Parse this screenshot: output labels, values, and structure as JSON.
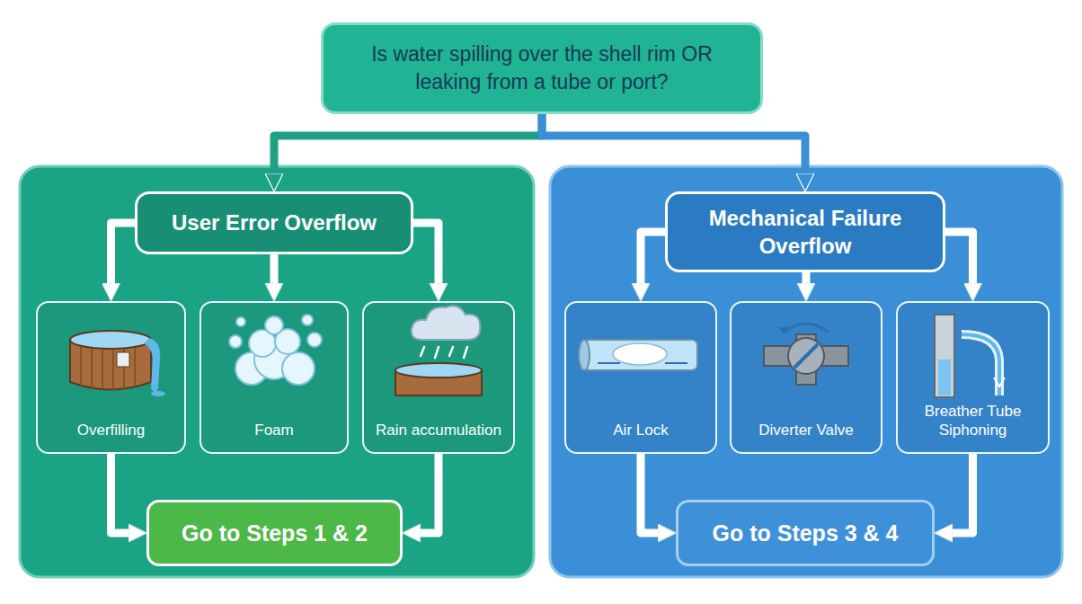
{
  "diagram": {
    "nodes": [
      {
        "text": [
          "Is water spilling over the shell rim OR leaking from a tube or port?"
        ]
      },
      {
        "text": [
          "User Error Overflow"
        ]
      },
      {
        "text": [
          "Overfilling"
        ]
      },
      {
        "text": [
          "Foam"
        ]
      },
      {
        "text": [
          "Rain accumulation"
        ]
      },
      {
        "text": [
          "Go to Steps 1 & 2"
        ]
      },
      {
        "text": [
          "Mechanical Failure Overflow"
        ]
      },
      {
        "text": [
          "Air Lock"
        ]
      },
      {
        "text": [
          "Diverter Valve"
        ]
      },
      {
        "text": [
          "Breather Tube Siphoning"
        ]
      },
      {
        "text": [
          "Go to Steps 3 & 4"
        ]
      }
    ],
    "edges": [
      {
        "from": 0,
        "to": 1,
        "arrow": "to"
      },
      {
        "from": 0,
        "to": 6,
        "arrow": "to"
      },
      {
        "from": 1,
        "to": 2,
        "arrow": "to"
      },
      {
        "from": 1,
        "to": 3,
        "arrow": "to"
      },
      {
        "from": 1,
        "to": 4,
        "arrow": "to"
      },
      {
        "from": 2,
        "to": 5,
        "arrow": "to"
      },
      {
        "from": 4,
        "to": 5,
        "arrow": "to"
      },
      {
        "from": 6,
        "to": 7,
        "arrow": "to"
      },
      {
        "from": 6,
        "to": 8,
        "arrow": "to"
      },
      {
        "from": 6,
        "to": 9,
        "arrow": "to"
      },
      {
        "from": 7,
        "to": 10,
        "arrow": "to"
      },
      {
        "from": 9,
        "to": 10,
        "arrow": "to"
      }
    ]
  }
}
